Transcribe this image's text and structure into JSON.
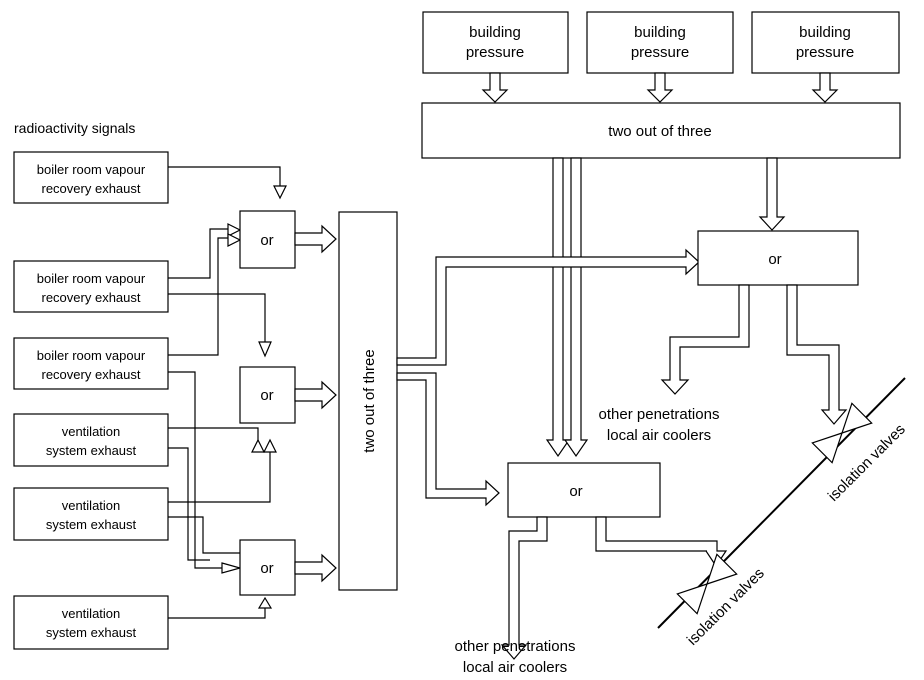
{
  "diagram": {
    "heading": "radioactivity signals",
    "signals": [
      {
        "line1": "boiler room vapour",
        "line2": "recovery exhaust"
      },
      {
        "line1": "boiler room vapour",
        "line2": "recovery exhaust"
      },
      {
        "line1": "boiler room vapour",
        "line2": "recovery exhaust"
      },
      {
        "line1": "ventilation",
        "line2": "system exhaust"
      },
      {
        "line1": "ventilation",
        "line2": "system exhaust"
      },
      {
        "line1": "ventilation",
        "line2": "system exhaust"
      }
    ],
    "or_label": "or",
    "vote_label": "two out of three",
    "pressure": [
      {
        "line1": "building",
        "line2": "pressure"
      },
      {
        "line1": "building",
        "line2": "pressure"
      },
      {
        "line1": "building",
        "line2": "pressure"
      }
    ],
    "other_penetrations": {
      "line1": "other penetrations",
      "line2": "local air coolers"
    },
    "isolation_valves": "isolation valves"
  }
}
